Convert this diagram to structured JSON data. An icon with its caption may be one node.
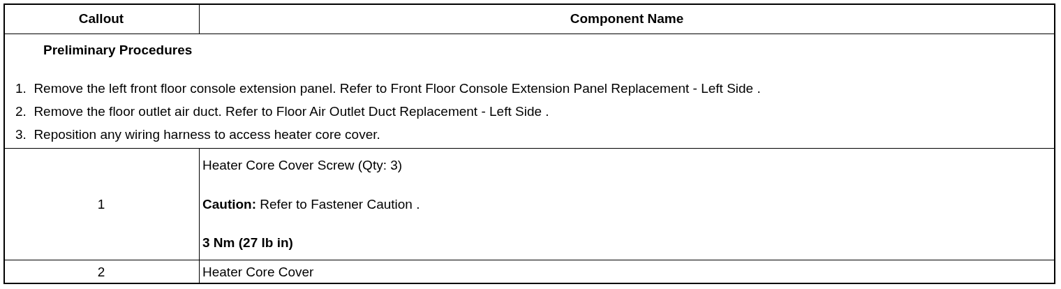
{
  "diagram": {
    "labels": [
      "Callout",
      "Component Name",
      "Preliminary Procedures",
      "1.  Remove the left front floor console extension panel. Refer to Front Floor Console Extension Panel Replacement - Left Side .",
      "2.  Remove the floor outlet air duct. Refer to Floor Air Outlet Duct Replacement - Left Side .",
      "3.  Reposition any wiring harness to access heater core cover.",
      "1",
      "Heater Core Cover Screw (Qty: 3)",
      "**Caution:** Refer to Fastener Caution .",
      "3 Nm (27 lb in)",
      "2",
      "Heater Core Cover"
    ]
  }
}
